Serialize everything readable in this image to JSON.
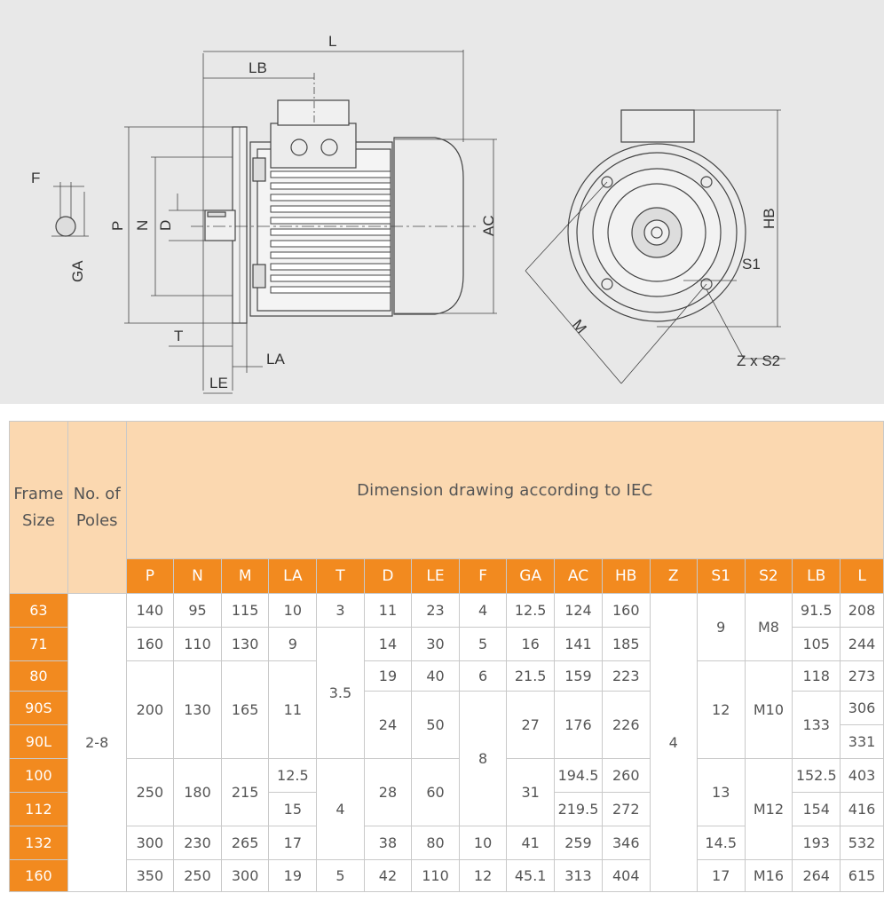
{
  "drawing": {
    "labels": {
      "L": "L",
      "LB": "LB",
      "F": "F",
      "GA": "GA",
      "P": "P",
      "N": "N",
      "D": "D",
      "AC": "AC",
      "T": "T",
      "LA": "LA",
      "LE": "LE",
      "HB": "HB",
      "M": "M",
      "S1": "S1",
      "ZxS2": "Z x S2"
    }
  },
  "table": {
    "frame_header": "Frame Size",
    "poles_header": "No. of Poles",
    "title": "Dimension drawing according to IEC",
    "columns": [
      "P",
      "N",
      "M",
      "LA",
      "T",
      "D",
      "LE",
      "F",
      "GA",
      "AC",
      "HB",
      "Z",
      "S1",
      "S2",
      "LB",
      "L"
    ],
    "poles": "2-8",
    "frames": [
      "63",
      "71",
      "80",
      "90S",
      "90L",
      "100",
      "112",
      "132",
      "160"
    ],
    "values": {
      "P": [
        "140",
        "160",
        "200",
        "250",
        "300",
        "350"
      ],
      "N": [
        "95",
        "110",
        "130",
        "180",
        "230",
        "250"
      ],
      "M": [
        "115",
        "130",
        "165",
        "215",
        "265",
        "300"
      ],
      "LA": [
        "10",
        "9",
        "11",
        "12.5",
        "15",
        "17",
        "19"
      ],
      "T": [
        "3",
        "3.5",
        "4",
        "5"
      ],
      "D": [
        "11",
        "14",
        "19",
        "24",
        "28",
        "38",
        "42"
      ],
      "LE": [
        "23",
        "30",
        "40",
        "50",
        "60",
        "80",
        "110"
      ],
      "F": [
        "4",
        "5",
        "6",
        "8",
        "10",
        "12"
      ],
      "GA": [
        "12.5",
        "16",
        "21.5",
        "27",
        "31",
        "41",
        "45.1"
      ],
      "AC": [
        "124",
        "141",
        "159",
        "176",
        "194.5",
        "219.5",
        "259",
        "313"
      ],
      "HB": [
        "160",
        "185",
        "223",
        "226",
        "260",
        "272",
        "346",
        "404"
      ],
      "Z": [
        "4"
      ],
      "S1": [
        "9",
        "12",
        "13",
        "14.5",
        "17"
      ],
      "S2": [
        "M8",
        "M10",
        "M12",
        "M16"
      ],
      "LB": [
        "91.5",
        "105",
        "118",
        "133",
        "152.5",
        "154",
        "193",
        "264"
      ],
      "L": [
        "208",
        "244",
        "273",
        "306",
        "331",
        "403",
        "416",
        "532",
        "615"
      ]
    }
  }
}
